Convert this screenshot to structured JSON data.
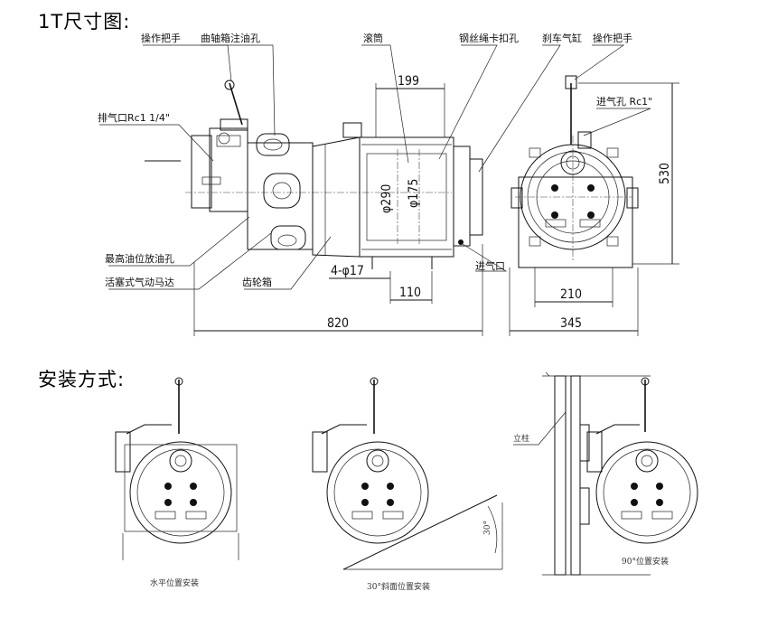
{
  "section1_title": "1T尺寸图:",
  "section2_title": "安装方式:",
  "callouts": {
    "operating_handle_left": "操作把手",
    "crankcase_oil_fill": "曲轴箱注油孔",
    "drum": "滚筒",
    "wire_rope_clamp_hole": "钢丝绳卡扣孔",
    "brake_cylinder": "刹车气缸",
    "operating_handle_right": "操作把手",
    "exhaust_port": "排气口Rc1 1/4\"",
    "air_inlet_hole": "进气孔 Rc1\"",
    "max_oil_drain": "最高油位放油孔",
    "piston_air_motor": "活塞式气动马达",
    "gearbox": "齿轮箱",
    "air_inlet": "进气口"
  },
  "dimensions": {
    "d199": "199",
    "d290": "φ290",
    "d175": "φ175",
    "bolts": "4-φ17",
    "d110": "110",
    "d820": "820",
    "d530": "530",
    "d210": "210",
    "d345": "345"
  },
  "mounting": {
    "horizontal": "水平位置安装",
    "inclined": "30°斜面位置安装",
    "vertical": "90°位置安装",
    "column": "立柱",
    "angle": "30°"
  }
}
